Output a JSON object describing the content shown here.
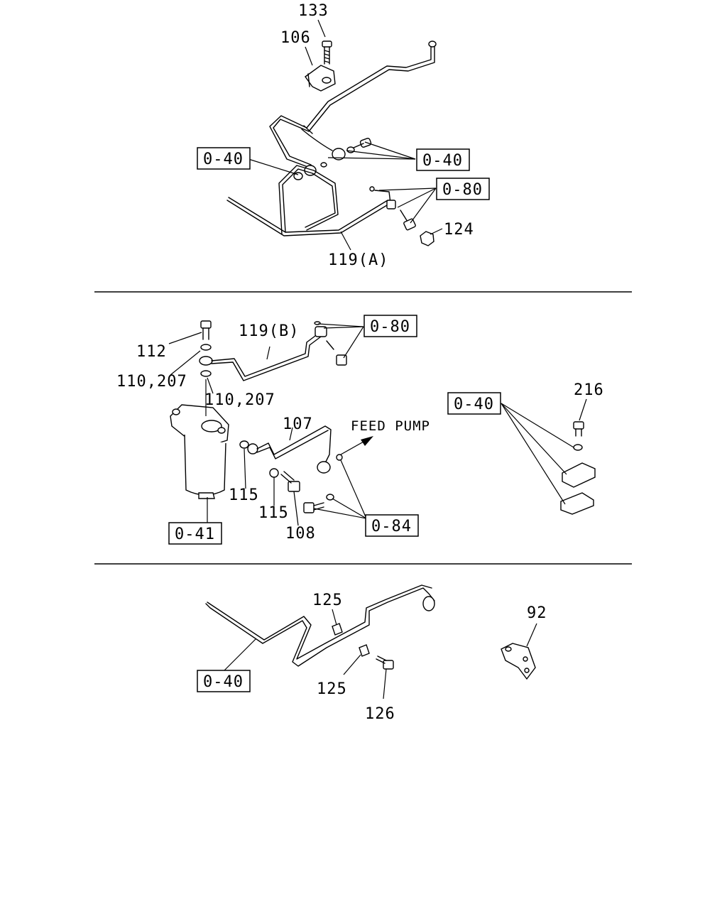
{
  "sections": {
    "top": {
      "labels": {
        "p133": "133",
        "p106": "106",
        "p124": "124",
        "p119a": "119(A)"
      },
      "refs": {
        "left_040": "0-40",
        "right_040": "0-40",
        "ref_080": "0-80"
      }
    },
    "middle": {
      "labels": {
        "p112": "112",
        "p110_207_a": "110,207",
        "p110_207_b": "110,207",
        "p119b": "119(B)",
        "p107": "107",
        "feed_pump": "FEED PUMP",
        "p115_a": "115",
        "p115_b": "115",
        "p108": "108",
        "p216": "216"
      },
      "refs": {
        "ref_080": "0-80",
        "ref_040": "0-40",
        "ref_041": "0-41",
        "ref_084": "0-84"
      }
    },
    "bottom": {
      "labels": {
        "p125_a": "125",
        "p125_b": "125",
        "p126": "126",
        "p92": "92"
      },
      "refs": {
        "ref_040": "0-40"
      }
    }
  },
  "colors": {
    "ink": "#000000",
    "paper": "#ffffff"
  }
}
